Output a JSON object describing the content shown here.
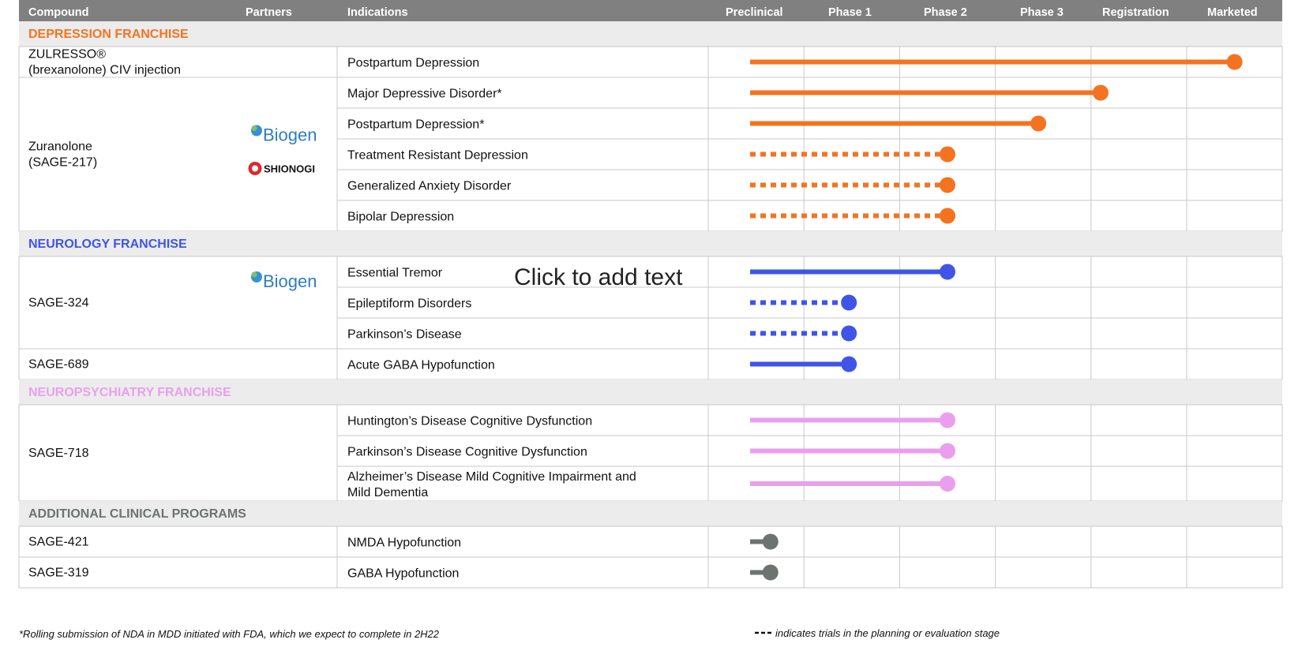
{
  "colors": {
    "header_bg": "#808080",
    "section_bg": "#ececec",
    "grid": "#c8c8c8",
    "depression": "#f47321",
    "neurology": "#3f55e8",
    "neuropsychiatry": "#e99fee",
    "additional": "#6d7470"
  },
  "overlay_text": "Click to add text",
  "footnote_left": "*Rolling submission of NDA in MDD initiated with FDA, which we expect to complete in 2H22",
  "footnote_right": "indicates trials in the planning or evaluation stage",
  "partners": {
    "biogen": "Biogen",
    "shionogi": "SHIONOGI"
  },
  "chart_data": {
    "type": "table",
    "columns": [
      "Compound",
      "Partners",
      "Indications",
      "Preclinical",
      "Phase 1",
      "Phase 2",
      "Phase 3",
      "Registration",
      "Marketed"
    ],
    "stages": [
      "Preclinical",
      "Phase 1",
      "Phase 2",
      "Phase 3",
      "Registration",
      "Marketed"
    ],
    "sections": [
      {
        "name": "DEPRESSION FRANCHISE",
        "color_key": "depression",
        "compounds": [
          {
            "name_lines": [
              "ZULRESSO®",
              "(brexanolone) CIV injection"
            ],
            "partners": [],
            "indications": [
              {
                "label": [
                  "Postpartum Depression"
                ],
                "progress": 5.5,
                "dashed": false
              }
            ]
          },
          {
            "name_lines": [
              "Zuranolone",
              "(SAGE-217)"
            ],
            "partners": [
              "biogen",
              "shionogi"
            ],
            "indications": [
              {
                "label": [
                  "Major Depressive Disorder*"
                ],
                "progress": 4.1,
                "dashed": false
              },
              {
                "label": [
                  "Postpartum Depression*"
                ],
                "progress": 3.45,
                "dashed": false
              },
              {
                "label": [
                  "Treatment Resistant Depression"
                ],
                "progress": 2.5,
                "dashed": true
              },
              {
                "label": [
                  "Generalized Anxiety Disorder"
                ],
                "progress": 2.5,
                "dashed": true
              },
              {
                "label": [
                  "Bipolar Depression"
                ],
                "progress": 2.5,
                "dashed": true
              }
            ]
          }
        ]
      },
      {
        "name": "NEUROLOGY FRANCHISE",
        "color_key": "neurology",
        "compounds": [
          {
            "name_lines": [
              "SAGE-324"
            ],
            "partners": [
              "biogen"
            ],
            "indications": [
              {
                "label": [
                  "Essential Tremor"
                ],
                "progress": 2.5,
                "dashed": false
              },
              {
                "label": [
                  "Epileptiform Disorders"
                ],
                "progress": 1.47,
                "dashed": true
              },
              {
                "label": [
                  "Parkinson’s Disease"
                ],
                "progress": 1.47,
                "dashed": true
              }
            ]
          },
          {
            "name_lines": [
              "SAGE-689"
            ],
            "partners": [],
            "indications": [
              {
                "label": [
                  "Acute GABA Hypofunction"
                ],
                "progress": 1.47,
                "dashed": false
              }
            ]
          }
        ]
      },
      {
        "name": "NEUROPSYCHIATRY FRANCHISE",
        "color_key": "neuropsychiatry",
        "compounds": [
          {
            "name_lines": [
              "SAGE-718"
            ],
            "partners": [],
            "indications": [
              {
                "label": [
                  "Huntington’s Disease Cognitive Dysfunction"
                ],
                "progress": 2.5,
                "dashed": false
              },
              {
                "label": [
                  "Parkinson’s Disease Cognitive Dysfunction"
                ],
                "progress": 2.5,
                "dashed": false
              },
              {
                "label": [
                  "Alzheimer’s Disease Mild Cognitive Impairment and",
                  "Mild Dementia"
                ],
                "progress": 2.5,
                "dashed": false
              }
            ]
          }
        ]
      },
      {
        "name": "ADDITIONAL CLINICAL PROGRAMS",
        "color_key": "additional",
        "compounds": [
          {
            "name_lines": [
              "SAGE-421"
            ],
            "partners": [],
            "indications": [
              {
                "label": [
                  "NMDA Hypofunction"
                ],
                "progress": 0.65,
                "dashed": false
              }
            ]
          },
          {
            "name_lines": [
              "SAGE-319"
            ],
            "partners": [],
            "indications": [
              {
                "label": [
                  "GABA Hypofunction"
                ],
                "progress": 0.65,
                "dashed": false
              }
            ]
          }
        ]
      }
    ]
  }
}
